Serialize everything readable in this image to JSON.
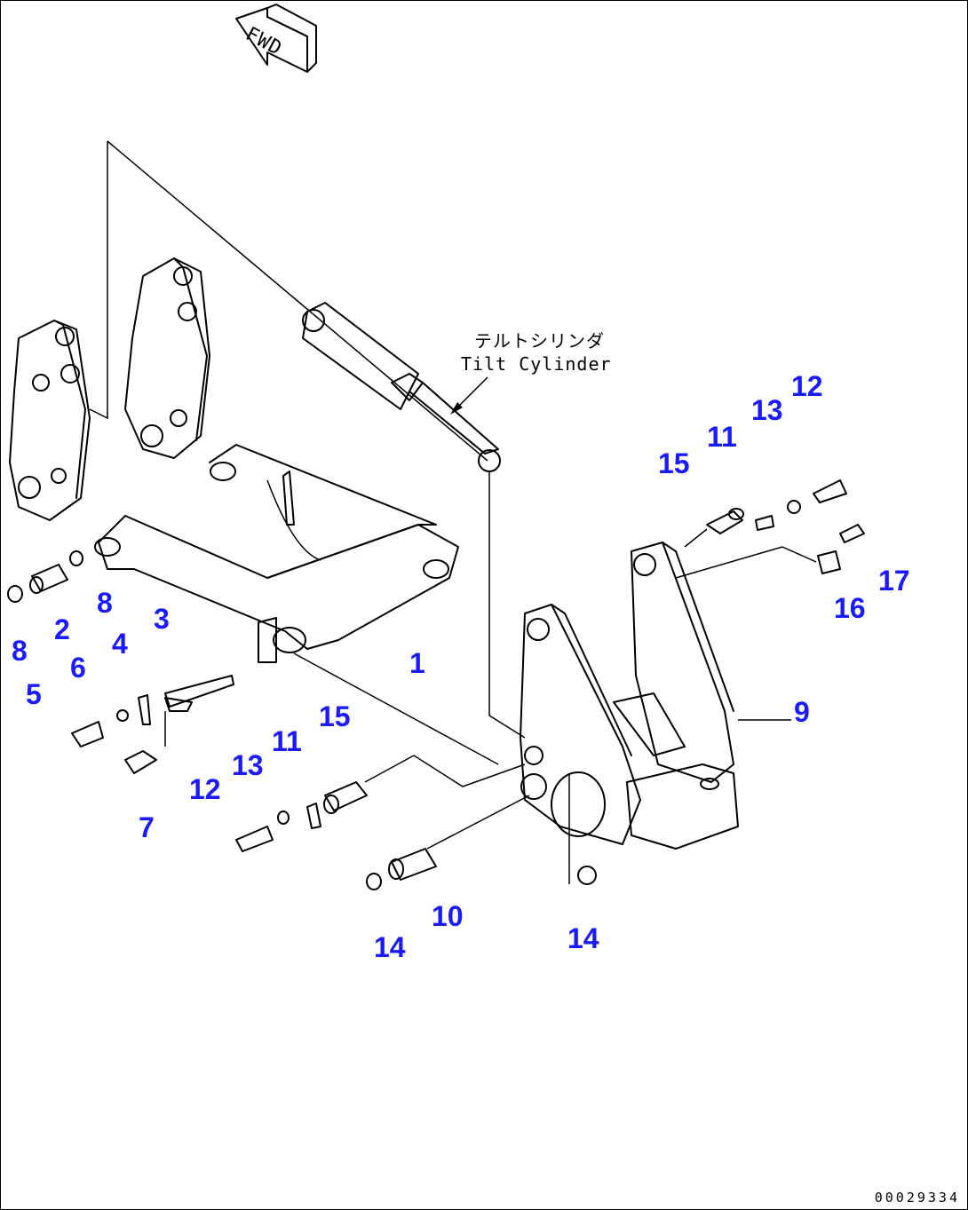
{
  "direction_arrow": {
    "label": "FWD"
  },
  "annotation": {
    "jp": "テルトシリンダ",
    "en": "Tilt Cylinder"
  },
  "callouts": [
    "1",
    "2",
    "3",
    "4",
    "5",
    "6",
    "7",
    "8",
    "8",
    "9",
    "10",
    "11",
    "11",
    "12",
    "12",
    "13",
    "13",
    "14",
    "14",
    "15",
    "15",
    "16",
    "17"
  ],
  "drawing_number": "00029334",
  "colors": {
    "callout": "#1a1aff",
    "line": "#000000"
  }
}
